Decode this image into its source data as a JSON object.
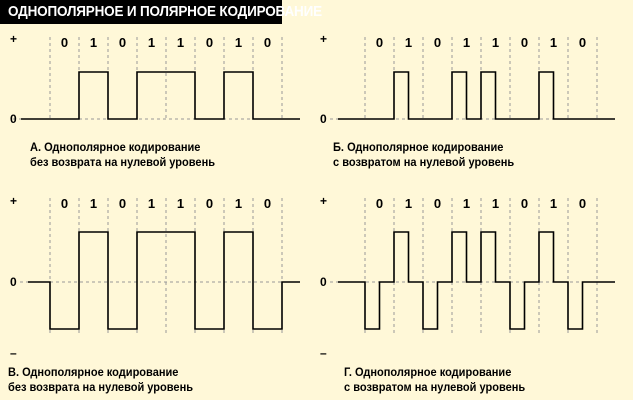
{
  "title": "ОДНОПОЛЯРНОЕ И ПОЛЯРНОЕ КОДИРОВАНИЕ",
  "bits": [
    "0",
    "1",
    "0",
    "1",
    "1",
    "0",
    "1",
    "0"
  ],
  "axis_labels": {
    "plus": "+",
    "zero": "0",
    "minus": "–"
  },
  "colors": {
    "background": "#FFF8D8",
    "line": "#000000",
    "grid": "#999999",
    "title_bg": "#000000",
    "title_text": "#FFFFFF"
  },
  "panels": [
    {
      "caption_line1": "А. Однополярное кодирование",
      "caption_line2": "без возврата на нулевой уровень",
      "high": 1,
      "low": 0,
      "return_to_zero": false,
      "show_minus": false
    },
    {
      "caption_line1": "Б. Однополярное кодирование",
      "caption_line2": "с возвратом на нулевой уровень",
      "high": 1,
      "low": 0,
      "return_to_zero": true,
      "show_minus": false
    },
    {
      "caption_line1": "В. Однополярное кодирование",
      "caption_line2": "без возврата на нулевой уровень",
      "high": 1,
      "low": -1,
      "return_to_zero": false,
      "show_minus": true
    },
    {
      "caption_line1": "Г. Однополярное кодирование",
      "caption_line2": "с возвратом на нулевой уровень",
      "high": 1,
      "low": -1,
      "return_to_zero": true,
      "show_minus": true
    }
  ]
}
